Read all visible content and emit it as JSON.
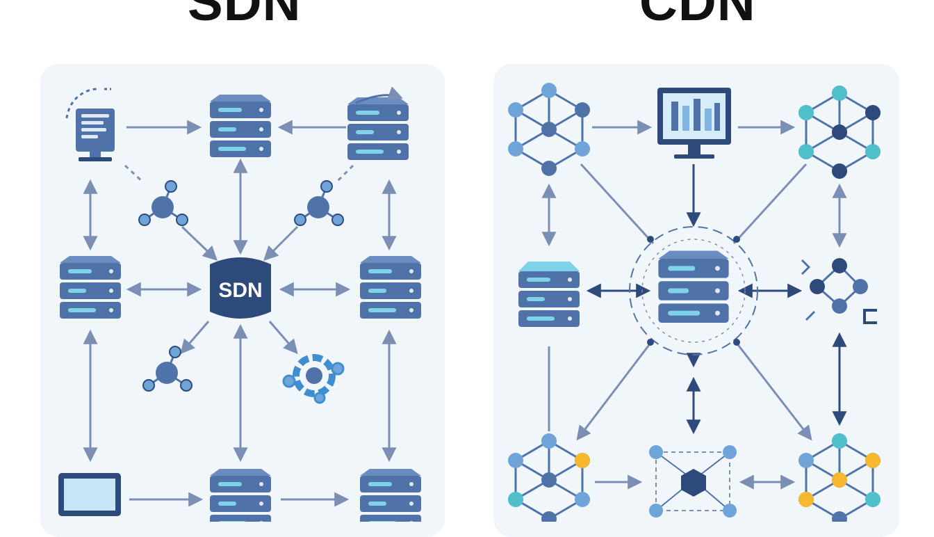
{
  "titles": {
    "left": "SDN",
    "right": "CDN"
  },
  "sdn_controller_label": "SDN",
  "colors": {
    "primary": "#4f73a8",
    "dark": "#2d4a7a",
    "light_node": "#6fa4d8",
    "teal": "#4fc0c9",
    "yellow": "#f5b82e",
    "arrow": "#7a8fb3",
    "panel": "#f1f6fb"
  },
  "icons": [
    "computer-icon",
    "server-icon",
    "network-node-icon",
    "monitor-icon",
    "gear-node-icon",
    "hexagon-mesh-icon"
  ]
}
